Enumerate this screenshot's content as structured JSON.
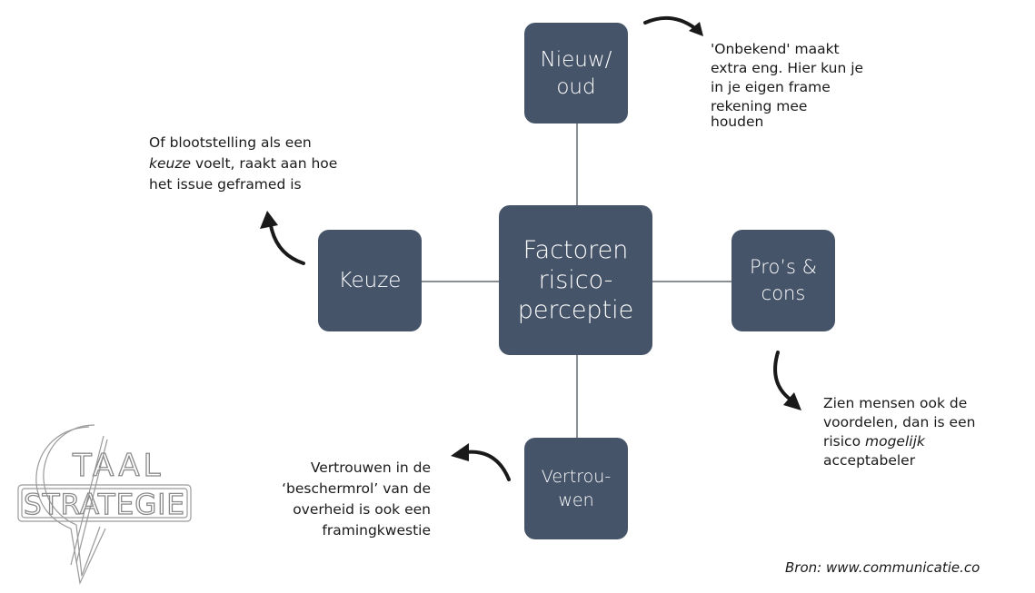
{
  "nodes": {
    "center": {
      "line1": "Factoren",
      "line2": "risico-",
      "line3": "perceptie"
    },
    "top": {
      "line1": "Nieuw/",
      "line2": "oud"
    },
    "left": {
      "line1": "Keuze"
    },
    "right": {
      "line1": "Pro’s &",
      "line2": "cons"
    },
    "bottom": {
      "line1": "Vertrou-",
      "line2": "wen"
    }
  },
  "notes": {
    "top_right": {
      "line1": "'Onbekend' maakt",
      "line2": "extra eng. Hier kun je",
      "line3": "in je eigen frame",
      "line4": "rekening mee",
      "line5": "houden"
    },
    "top_left": {
      "line1": "Of blootstelling als een",
      "line2_italic": "keuze",
      "line2_rest": " voelt, raakt aan hoe",
      "line3": "het issue geframed is"
    },
    "bottom_right": {
      "line1": "Zien mensen ook de",
      "line2": "voordelen, dan is een",
      "line3_start": "risico ",
      "line3_italic": "mogelijk",
      "line4": "acceptabeler"
    },
    "bottom_left": {
      "line1": "Vertrouwen in de",
      "line2": "‘beschermrol’ van de",
      "line3": "overheid is ook een",
      "line4": "framingkwestie"
    }
  },
  "source": "Bron: www.communicatie.co",
  "logo": {
    "line1": "TAAL",
    "line2": "STRATEGIE"
  },
  "colors": {
    "box": "#46546a",
    "connector": "#8a8f96",
    "text": "#1a1a1a"
  }
}
